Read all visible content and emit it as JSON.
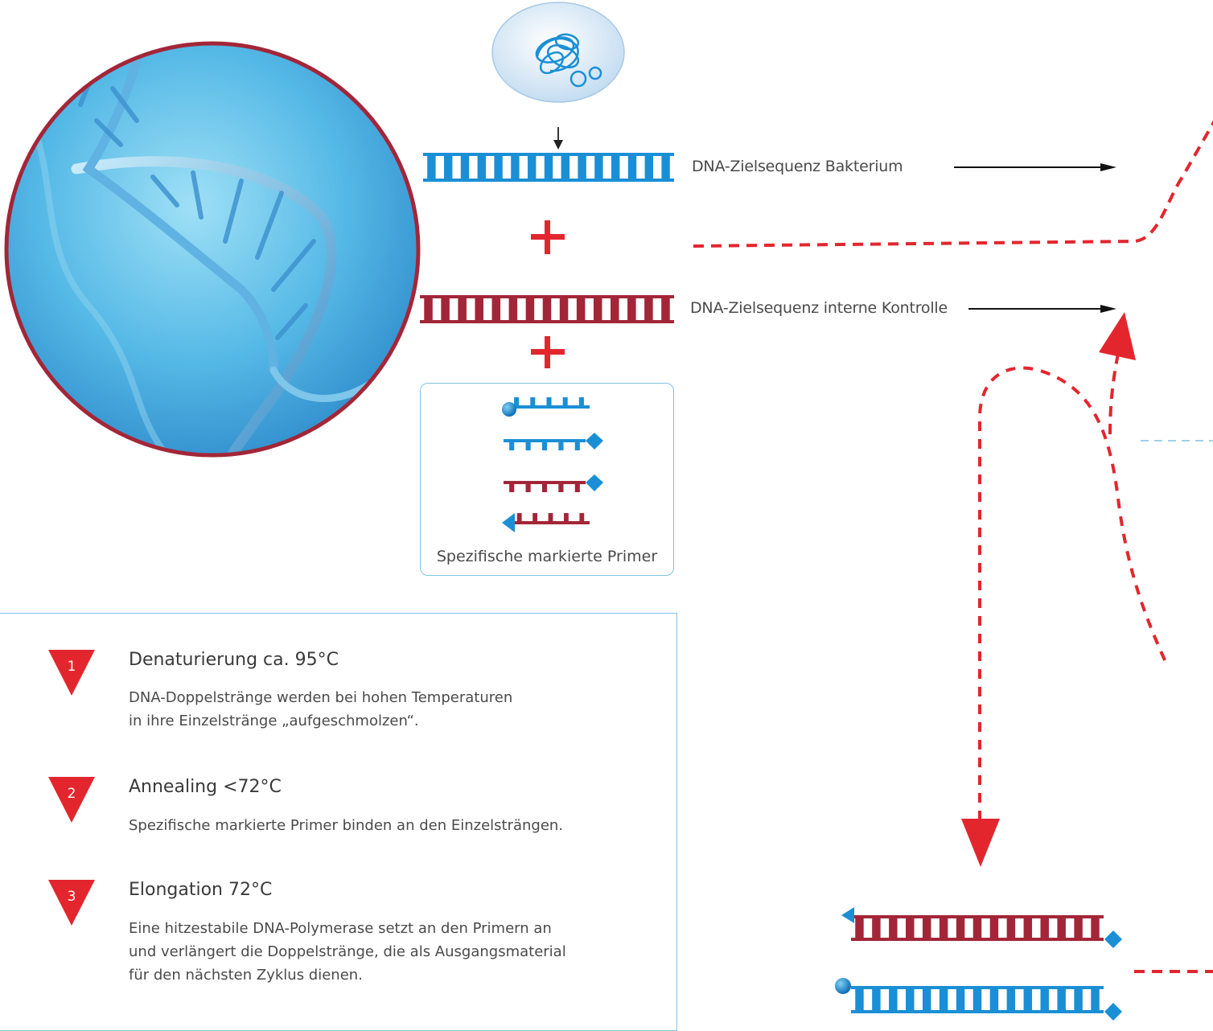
{
  "labels": {
    "bacterium_target": "DNA-Zielsequenz Bakterium",
    "internal_control_target": "DNA-Zielsequenz interne Kontrolle",
    "primer_caption": "Spezifische markierte Primer"
  },
  "steps": [
    {
      "number": "1",
      "title": "Denaturierung ca. 95°C",
      "text_lines": [
        "DNA-Doppelstränge werden bei hohen Temperaturen",
        "in ihre Einzelstränge „aufgeschmolzen“."
      ]
    },
    {
      "number": "2",
      "title": "Annealing  <72°C",
      "text_lines": [
        "Spezifische markierte Primer binden an den Einzelsträngen."
      ]
    },
    {
      "number": "3",
      "title": "Elongation 72°C",
      "text_lines": [
        "Eine hitzestabile DNA-Polymerase setzt an den Primern an",
        "und verlängert die Doppelstränge, die als Ausgangsmaterial",
        "für den nächsten Zyklus dienen."
      ]
    }
  ],
  "colors": {
    "blue": "#1a8fd6",
    "red": "#a32638",
    "bright_red": "#e3262e",
    "frame": "#7fc4e3"
  }
}
